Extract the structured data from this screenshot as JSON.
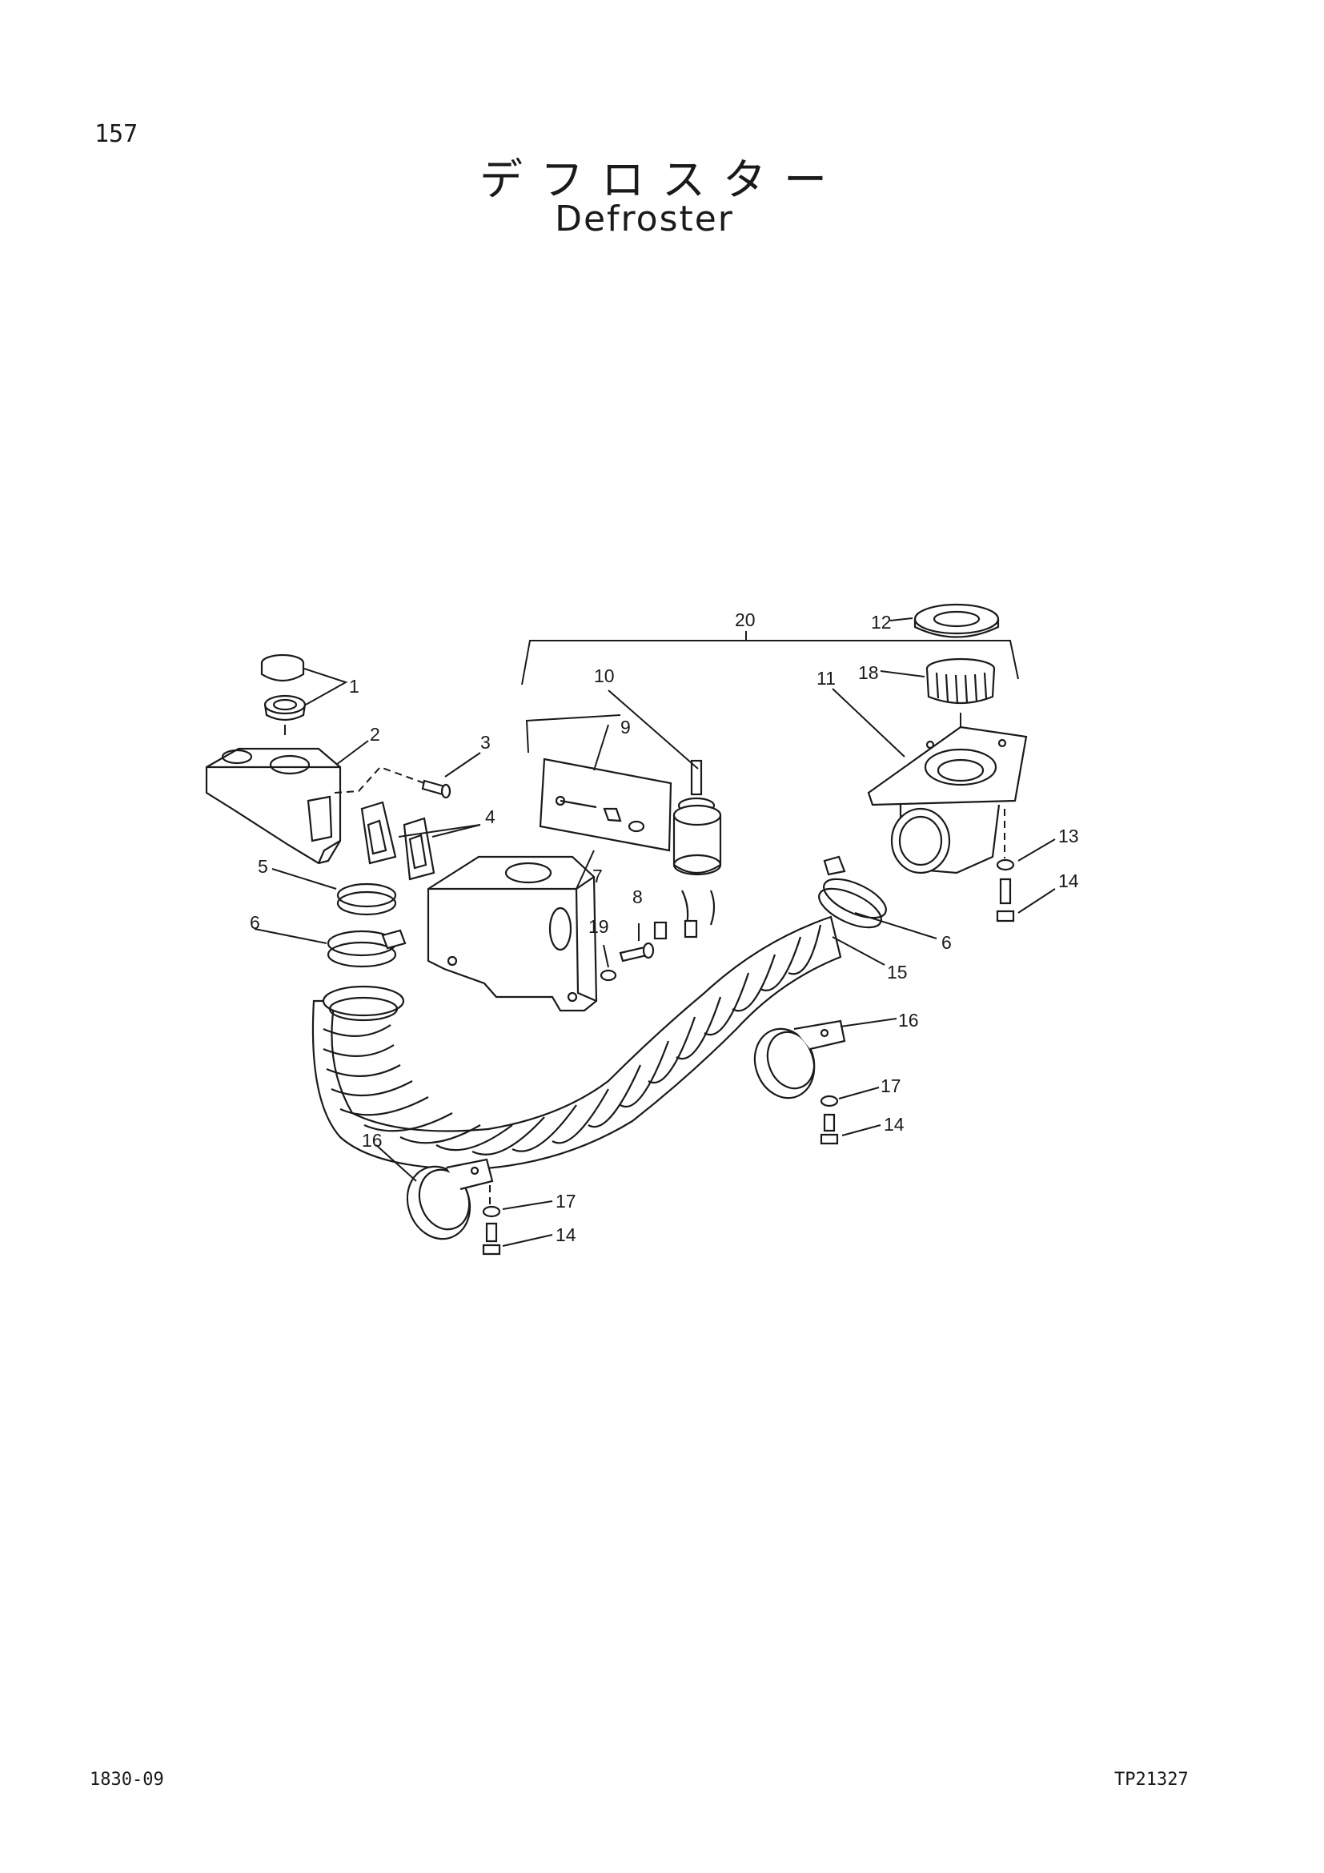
{
  "page": {
    "page_number": "157",
    "title_jp": "デフロスター",
    "title_en": "Defroster",
    "doc_code": "1830-09",
    "ref_code": "TP21327"
  },
  "callouts": {
    "c1": "1",
    "c2": "2",
    "c3": "3",
    "c4": "4",
    "c5": "5",
    "c6a": "6",
    "c6b": "6",
    "c7": "7",
    "c8": "8",
    "c9": "9",
    "c10": "10",
    "c11": "11",
    "c12": "12",
    "c13": "13",
    "c14a": "14",
    "c14b": "14",
    "c14c": "14",
    "c15": "15",
    "c16a": "16",
    "c16b": "16",
    "c17a": "17",
    "c17b": "17",
    "c18": "18",
    "c19": "19",
    "c20": "20"
  },
  "colors": {
    "ink": "#1a1a1a",
    "paper": "#ffffff"
  }
}
